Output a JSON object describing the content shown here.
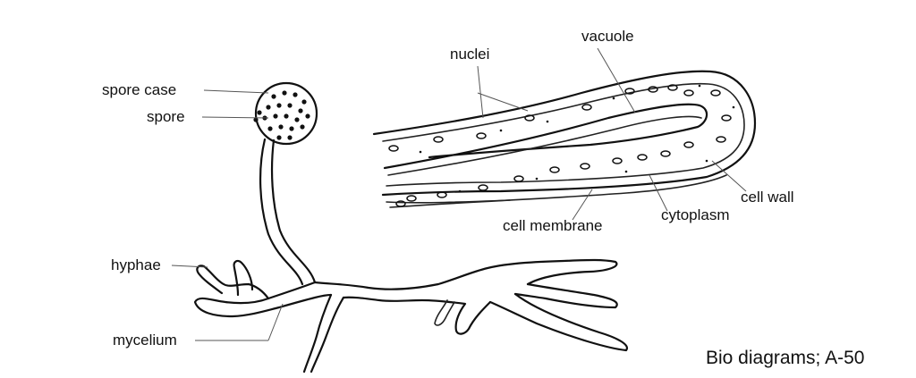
{
  "labels": {
    "spore_case": "spore case",
    "spore": "spore",
    "hyphae": "hyphae",
    "mycelium": "mycelium",
    "nuclei": "nuclei",
    "vacuole": "vacuole",
    "cell_wall": "cell wall",
    "cytoplasm": "cytoplasm",
    "cell_membrane": "cell membrane"
  },
  "caption": "Bio diagrams; A-50"
}
